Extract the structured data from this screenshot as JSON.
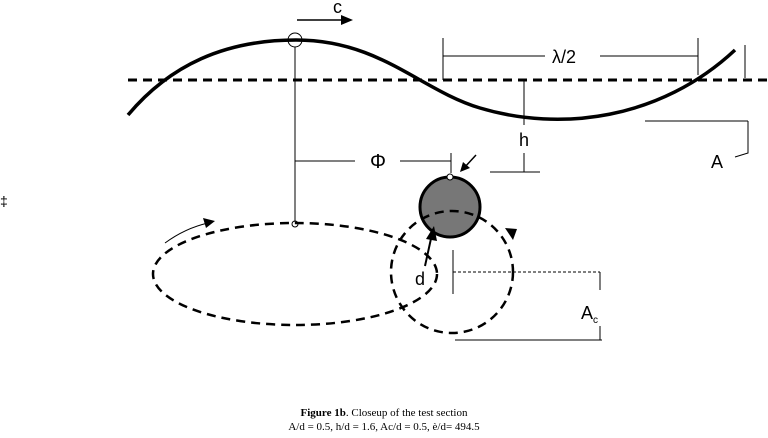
{
  "diagram": {
    "labels": {
      "wave_speed": "c",
      "half_wavelength": "λ/2",
      "depth": "h",
      "wave_amplitude": "A",
      "phase": "Φ",
      "diameter": "d",
      "orbit_amplitude": "A",
      "orbit_amplitude_sub": "c",
      "margin_mark": "‡"
    }
  },
  "caption": {
    "figure_label": "Figure 1b",
    "title": ". Closeup of the test section",
    "parameters": "A/d = 0.5, h/d = 1.6, Aс/d = 0.5, è/d= 494.5"
  }
}
